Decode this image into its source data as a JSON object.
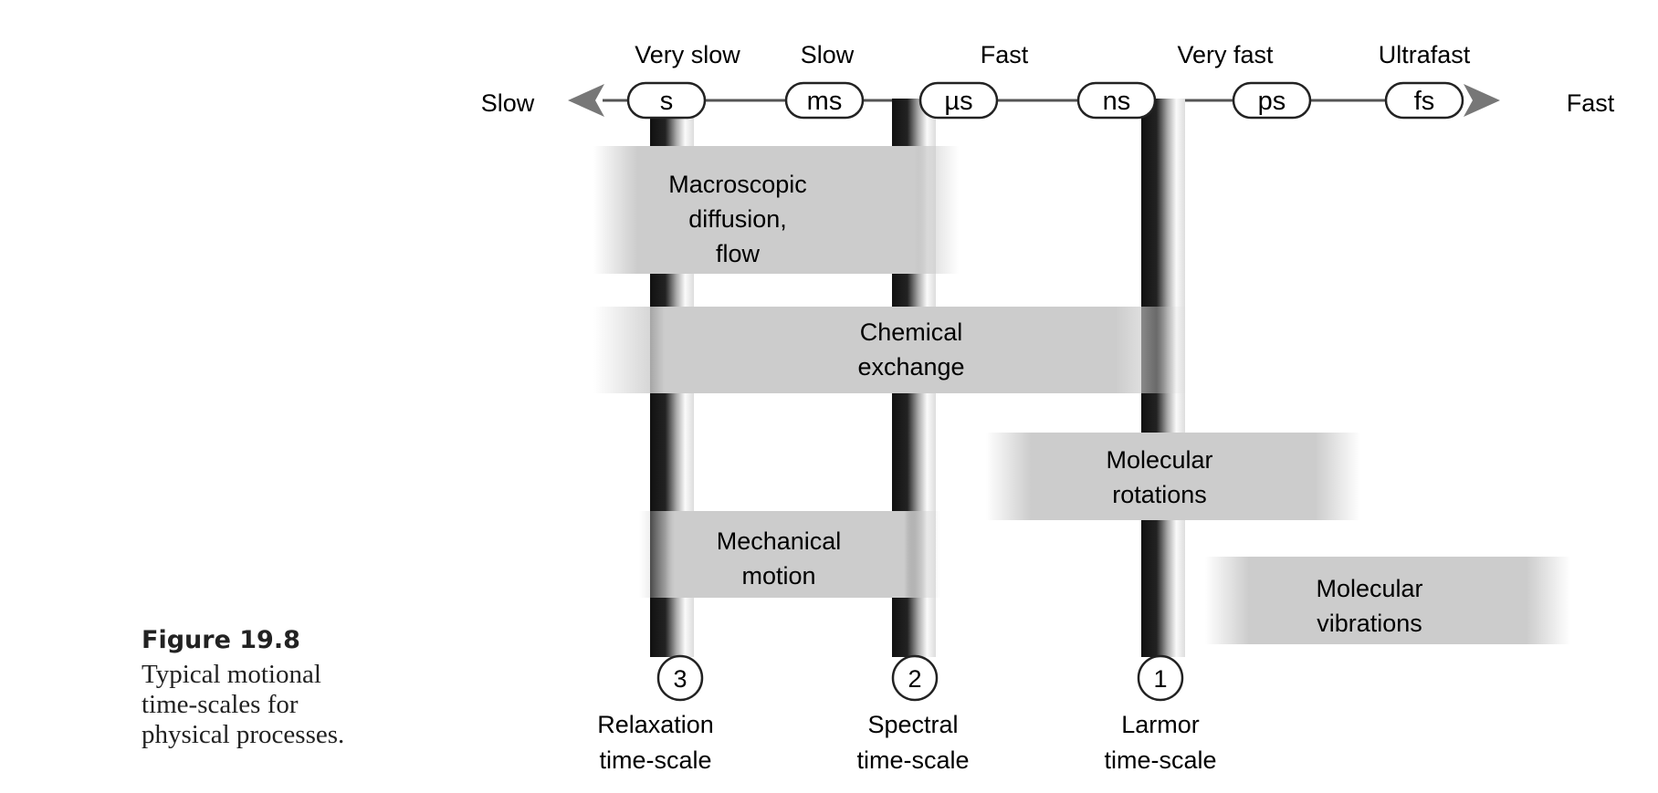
{
  "axis": {
    "left_label": "Slow",
    "right_label": "Fast"
  },
  "speed_labels": [
    "Very slow",
    "Slow",
    "Fast",
    "Very fast",
    "Ultrafast"
  ],
  "time_units": [
    "s",
    "ms",
    "µs",
    "ns",
    "ps",
    "fs"
  ],
  "processes": [
    {
      "lines": [
        "Macroscopic",
        "diffusion,",
        "flow"
      ]
    },
    {
      "lines": [
        "Chemical",
        "exchange"
      ]
    },
    {
      "lines": [
        "Molecular",
        "rotations"
      ]
    },
    {
      "lines": [
        "Mechanical",
        "motion"
      ]
    },
    {
      "lines": [
        "Molecular",
        "vibrations"
      ]
    }
  ],
  "timescales": [
    {
      "number": "3",
      "lines": [
        "Relaxation",
        "time-scale"
      ]
    },
    {
      "number": "2",
      "lines": [
        "Spectral",
        "time-scale"
      ]
    },
    {
      "number": "1",
      "lines": [
        "Larmor",
        "time-scale"
      ]
    }
  ],
  "caption": {
    "title": "Figure 19.8",
    "text": "Typical motional time-scales for physical processes."
  }
}
